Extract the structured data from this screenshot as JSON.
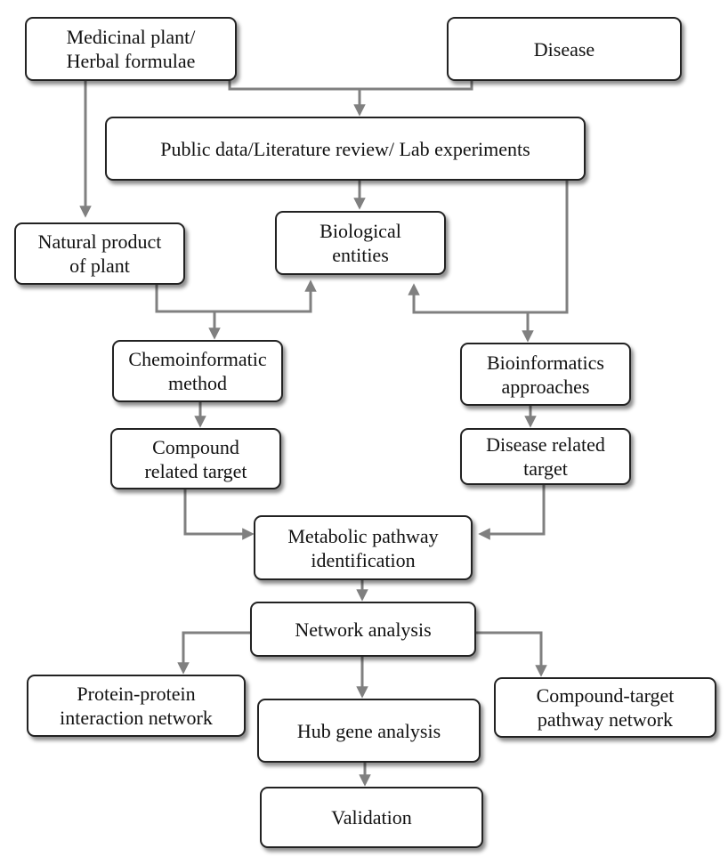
{
  "nodes": {
    "medicinal_plant": "Medicinal plant/\nHerbal formulae",
    "disease": "Disease",
    "public_data": "Public data/Literature review/ Lab experiments",
    "natural_product": "Natural product\nof plant",
    "biological_entities": "Biological\nentities",
    "chemoinformatic": "Chemoinformatic\nmethod",
    "bioinformatics": "Bioinformatics\napproaches",
    "compound_target": "Compound\nrelated target",
    "disease_target": "Disease related\ntarget",
    "metabolic_pathway": "Metabolic pathway\nidentification",
    "network_analysis": "Network analysis",
    "ppi_network": "Protein-protein\ninteraction network",
    "hub_gene": "Hub gene analysis",
    "ctp_network": "Compound-target\npathway network",
    "validation": "Validation"
  },
  "colors": {
    "box_border": "#222222",
    "connector": "#808080",
    "text": "#111111"
  }
}
